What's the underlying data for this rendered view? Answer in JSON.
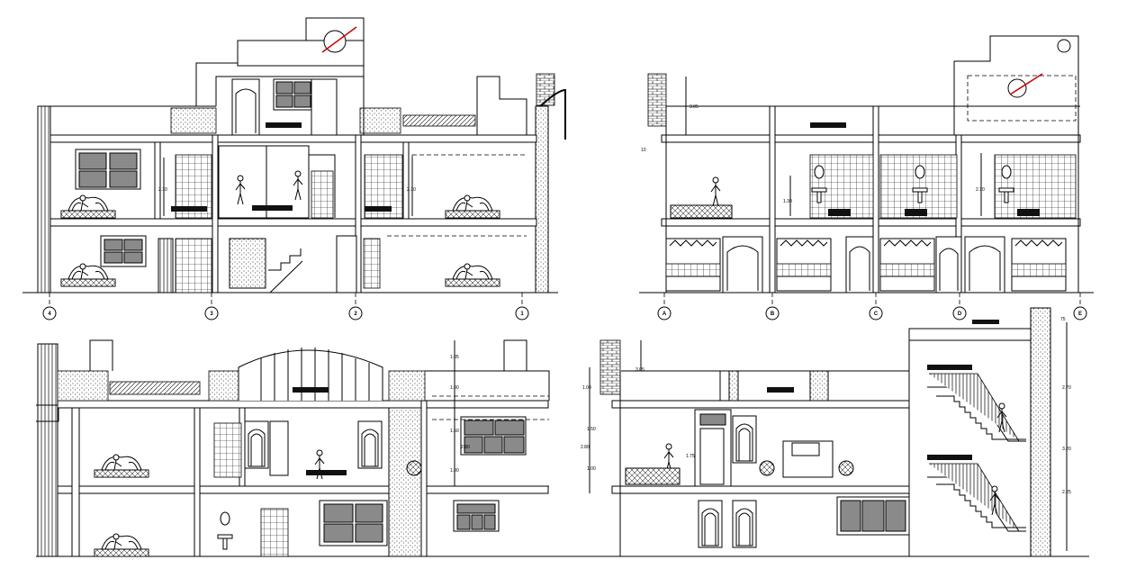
{
  "drawing": {
    "sections": [
      {
        "id": "section-top-left",
        "grid_labels": [
          "4",
          "3",
          "2",
          "1"
        ]
      },
      {
        "id": "section-top-right",
        "grid_labels": [
          "A",
          "B",
          "C",
          "D",
          "E"
        ]
      },
      {
        "id": "section-bottom-left",
        "dimensions": [
          "1.05",
          "1.00",
          "1.50",
          "2.80",
          "1.00"
        ]
      },
      {
        "id": "section-bottom-right",
        "dimensions": [
          "1.00",
          "3.05",
          "2.80",
          "1.50",
          "1.00",
          "1.75",
          "2.70",
          "2.25",
          "3.20",
          "75"
        ]
      }
    ],
    "top_left_dims": [
      "2.10",
      "2.10"
    ],
    "top_right_dims": [
      "3.05",
      "1.30",
      "2.10",
      "10"
    ]
  }
}
